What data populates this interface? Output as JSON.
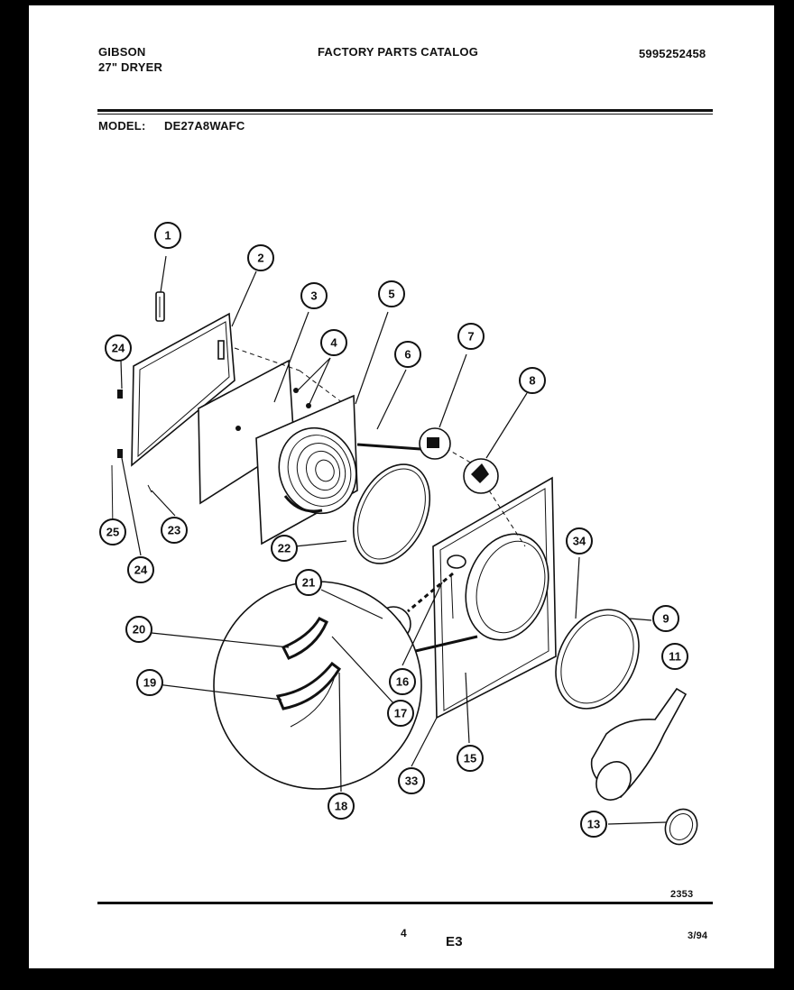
{
  "header": {
    "brand": "GIBSON",
    "product": "27\" DRYER",
    "catalog_title": "FACTORY PARTS CATALOG",
    "catalog_number": "5995252458",
    "model_label": "MODEL:",
    "model_number": "DE27A8WAFC"
  },
  "footer": {
    "drawing_number": "2353",
    "page_number": "4",
    "section_code": "E3",
    "date_code": "3/94"
  },
  "callouts": [
    "1",
    "2",
    "3",
    "4",
    "5",
    "6",
    "7",
    "8",
    "24",
    "24",
    "25",
    "23",
    "22",
    "21",
    "20",
    "19",
    "17",
    "18",
    "16",
    "33",
    "15",
    "34",
    "9",
    "11",
    "13"
  ]
}
